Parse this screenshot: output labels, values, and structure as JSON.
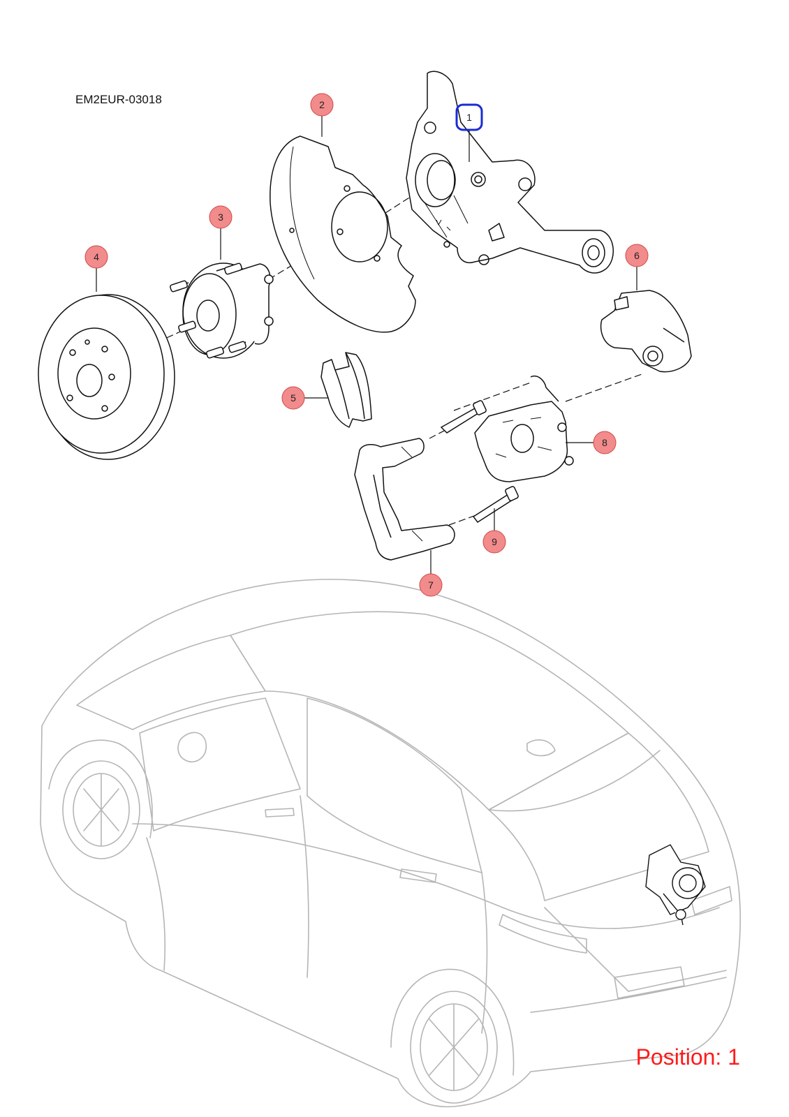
{
  "diagram": {
    "code": "EM2EUR-03018",
    "position_label": "Position: 1",
    "selected_part": "1",
    "colors": {
      "callout_fill": "#f28b8b",
      "callout_stroke": "#d04848",
      "selected_stroke": "#1a2bd6",
      "position_text": "#ff1a1a",
      "car_outline": "#b5b5b5",
      "part_line": "#111111"
    }
  },
  "callouts": [
    {
      "number": "1",
      "selected": true
    },
    {
      "number": "2"
    },
    {
      "number": "3"
    },
    {
      "number": "4"
    },
    {
      "number": "5"
    },
    {
      "number": "6"
    },
    {
      "number": "7"
    },
    {
      "number": "8"
    },
    {
      "number": "9"
    }
  ]
}
